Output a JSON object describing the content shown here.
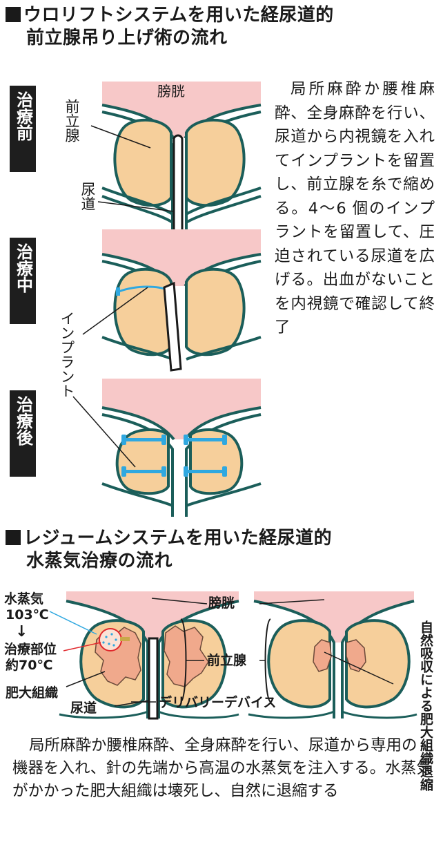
{
  "section1": {
    "title_line1": "ウロリフトシステムを用いた経尿道的",
    "title_line2": "前立腺吊り上げ術の流れ",
    "stages": [
      "治療前",
      "治療中",
      "治療後"
    ],
    "labels": {
      "bladder": "膀胱",
      "prostate": "前立腺",
      "urethra": "尿道",
      "implant": "インプラント"
    },
    "description": "局所麻酔か腰椎麻酔、全身麻酔を行い、尿道から内視鏡を入れてインプラントを留置し、前立腺を糸で縮める。4～6 個のインプラントを留置して、圧迫されている尿道を広げる。出血がないことを内視鏡で確認して終了"
  },
  "section2": {
    "title_line1": "レジュームシステムを用いた経尿道的",
    "title_line2": "水蒸気治療の流れ",
    "labels": {
      "steam": "水蒸気",
      "steam_temp": "103℃",
      "arrow": "↓",
      "treated_area": "治療部位",
      "treated_temp": "約70℃",
      "hypertrophic_tissue": "肥大組織",
      "urethra": "尿道",
      "delivery_device": "デリバリーデバイス",
      "bladder": "膀胱",
      "prostate": "前立腺",
      "natural_absorption": "自然吸収による肥大組織退縮"
    },
    "description": "局所麻酔か腰椎麻酔、全身麻酔を行い、尿道から専用の機器を入れ、針の先端から高温の水蒸気を注入する。水蒸気がかかった肥大組織は壊死し、自然に退縮する"
  },
  "colors": {
    "bladder": "#f7c8c8",
    "prostate": "#f6cf9b",
    "outline": "#1b5e5a",
    "implant": "#2fa8e0",
    "tissue": "#f0a98c",
    "marker_red": "#e0262b"
  }
}
